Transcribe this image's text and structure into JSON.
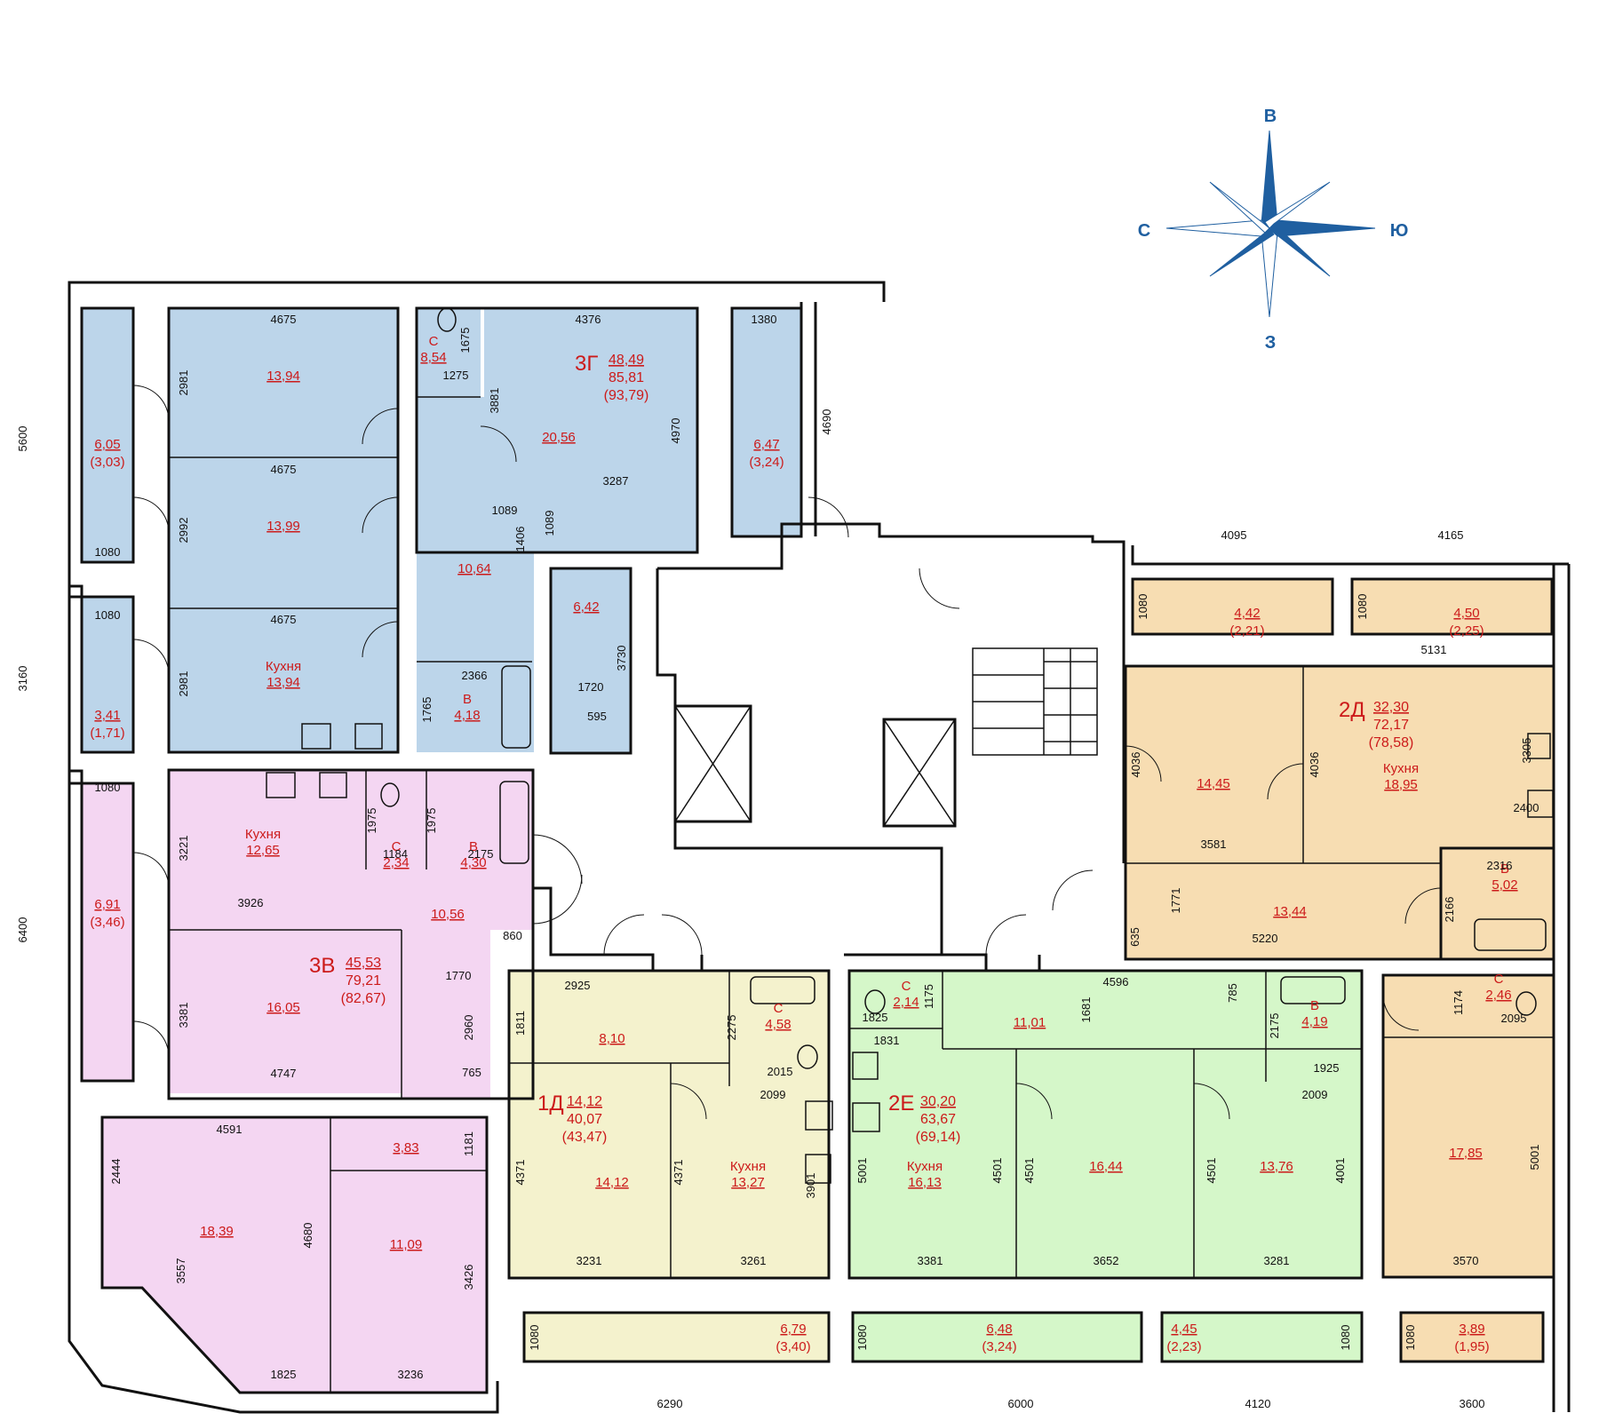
{
  "compass": {
    "north": "В",
    "west": "С",
    "east": "Ю",
    "south": "З"
  },
  "colors": {
    "blue": "#bcd5ea",
    "pink": "#f4d6f2",
    "yellow": "#f4f2cd",
    "green": "#d5f7c9",
    "orange": "#f7ddb2",
    "text_red": "#cc1a1a",
    "compass_blue": "#1f5fa0"
  },
  "apartments": [
    {
      "code": "3Г",
      "living": "48,49",
      "total": "85,81",
      "total_balcony": "(93,79)"
    },
    {
      "code": "3В",
      "living": "45,53",
      "total": "79,21",
      "total_balcony": "(82,67)"
    },
    {
      "code": "1Д",
      "living": "14,12",
      "total": "40,07",
      "total_balcony": "(43,47)"
    },
    {
      "code": "2Е",
      "living": "30,20",
      "total": "63,67",
      "total_balcony": "(69,14)"
    },
    {
      "code": "2Д",
      "living": "32,30",
      "total": "72,17",
      "total_balcony": "(78,58)"
    }
  ],
  "rooms": [
    {
      "label": "",
      "area": "6,05",
      "sub": "(3,03)"
    },
    {
      "label": "",
      "area": "13,94",
      "sub": ""
    },
    {
      "label": "С",
      "area": "8,54",
      "sub": ""
    },
    {
      "label": "",
      "area": "20,56",
      "sub": ""
    },
    {
      "label": "",
      "area": "6,47",
      "sub": "(3,24)"
    },
    {
      "label": "",
      "area": "13,99",
      "sub": ""
    },
    {
      "label": "",
      "area": "10,64",
      "sub": ""
    },
    {
      "label": "",
      "area": "6,42",
      "sub": ""
    },
    {
      "label": "",
      "area": "3,41",
      "sub": "(1,71)"
    },
    {
      "label": "Кухня",
      "area": "13,94",
      "sub": ""
    },
    {
      "label": "В",
      "area": "4,18",
      "sub": ""
    },
    {
      "label": "",
      "area": "6,91",
      "sub": "(3,46)"
    },
    {
      "label": "Кухня",
      "area": "12,65",
      "sub": ""
    },
    {
      "label": "С",
      "area": "2,34",
      "sub": ""
    },
    {
      "label": "В",
      "area": "4,30",
      "sub": ""
    },
    {
      "label": "",
      "area": "10,56",
      "sub": ""
    },
    {
      "label": "",
      "area": "16,05",
      "sub": ""
    },
    {
      "label": "",
      "area": "18,39",
      "sub": ""
    },
    {
      "label": "",
      "area": "3,83",
      "sub": ""
    },
    {
      "label": "",
      "area": "11,09",
      "sub": ""
    },
    {
      "label": "",
      "area": "8,10",
      "sub": ""
    },
    {
      "label": "С",
      "area": "4,58",
      "sub": ""
    },
    {
      "label": "",
      "area": "14,12",
      "sub": ""
    },
    {
      "label": "Кухня",
      "area": "13,27",
      "sub": ""
    },
    {
      "label": "",
      "area": "6,79",
      "sub": "(3,40)"
    },
    {
      "label": "С",
      "area": "2,14",
      "sub": ""
    },
    {
      "label": "",
      "area": "11,01",
      "sub": ""
    },
    {
      "label": "В",
      "area": "4,19",
      "sub": ""
    },
    {
      "label": "Кухня",
      "area": "16,13",
      "sub": ""
    },
    {
      "label": "",
      "area": "16,44",
      "sub": ""
    },
    {
      "label": "",
      "area": "13,76",
      "sub": ""
    },
    {
      "label": "",
      "area": "6,48",
      "sub": "(3,24)"
    },
    {
      "label": "",
      "area": "4,45",
      "sub": "(2,23)"
    },
    {
      "label": "",
      "area": "4,42",
      "sub": "(2,21)"
    },
    {
      "label": "",
      "area": "4,50",
      "sub": "(2,25)"
    },
    {
      "label": "",
      "area": "14,45",
      "sub": ""
    },
    {
      "label": "Кухня",
      "area": "18,95",
      "sub": ""
    },
    {
      "label": "",
      "area": "13,44",
      "sub": ""
    },
    {
      "label": "В",
      "area": "5,02",
      "sub": ""
    },
    {
      "label": "С",
      "area": "2,46",
      "sub": ""
    },
    {
      "label": "",
      "area": "17,85",
      "sub": ""
    },
    {
      "label": "",
      "area": "3,89",
      "sub": "(1,95)"
    }
  ],
  "dimensions": [
    "5600",
    "3160",
    "6400",
    "4675",
    "4675",
    "4675",
    "2981",
    "2992",
    "2981",
    "1080",
    "1080",
    "1080",
    "4376",
    "3881",
    "4970",
    "3287",
    "1089",
    "1089",
    "1406",
    "1675",
    "1275",
    "1380",
    "4690",
    "2366",
    "1765",
    "1720",
    "3730",
    "595",
    "3221",
    "3926",
    "1975",
    "1975",
    "1184",
    "2175",
    "860",
    "1770",
    "2960",
    "3381",
    "4747",
    "765",
    "4591",
    "2444",
    "3557",
    "4680",
    "1181",
    "3426",
    "1825",
    "3236",
    "2925",
    "1811",
    "2275",
    "2015",
    "2099",
    "4371",
    "4371",
    "3901",
    "3231",
    "3261",
    "1080",
    "6290",
    "1175",
    "1825",
    "1831",
    "4596",
    "785",
    "1681",
    "2175",
    "1925",
    "2009",
    "5001",
    "4501",
    "4501",
    "4501",
    "4001",
    "3381",
    "3652",
    "3281",
    "1080",
    "1080",
    "6000",
    "4120",
    "4095",
    "4165",
    "1080",
    "1080",
    "5131",
    "3305",
    "4036",
    "4036",
    "3581",
    "2400",
    "2316",
    "2166",
    "1771",
    "635",
    "5220",
    "1174",
    "2095",
    "5001",
    "3570",
    "1080",
    "3600"
  ]
}
